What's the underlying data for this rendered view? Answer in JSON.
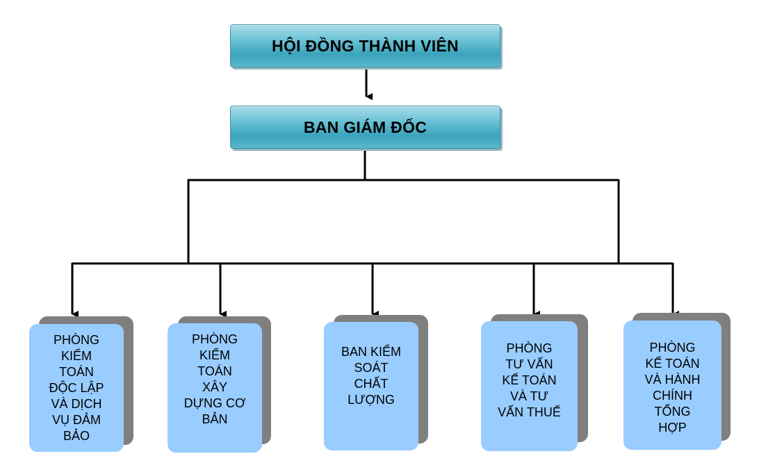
{
  "title_board": "HỘI ĐỒNG THÀNH VIÊN",
  "title_management": "BAN GIÁM ĐỐC",
  "departments": [
    {
      "lines": [
        "PHÒNG",
        "KIỂM",
        "TOÁN",
        "ĐỘC LẬP",
        "VÀ DỊCH",
        "VỤ ĐẢM",
        "BẢO"
      ]
    },
    {
      "lines": [
        "PHÒNG",
        "KIỂM",
        "TOÁN",
        "XÂY",
        "DỰNG CƠ",
        "BẢN"
      ]
    },
    {
      "lines": [
        "BAN KIỂM",
        "SOÁT",
        "CHẤT",
        "LƯỢNG"
      ]
    },
    {
      "lines": [
        "PHÒNG",
        "TƯ VẤN",
        "KẾ TOÁN",
        "VÀ TƯ",
        "VẤN THUẾ"
      ]
    },
    {
      "lines": [
        "PHÒNG",
        "KẾ TOÁN",
        "VÀ HÀNH",
        "CHÍNH",
        "TỔNG",
        "HỢP"
      ]
    }
  ],
  "colors": {
    "top_box_gradient": "#3ba4bd",
    "dept_box_fill": "#99ccff",
    "dept_shadow": "#7f7f7f",
    "connector_line": "#000000"
  }
}
